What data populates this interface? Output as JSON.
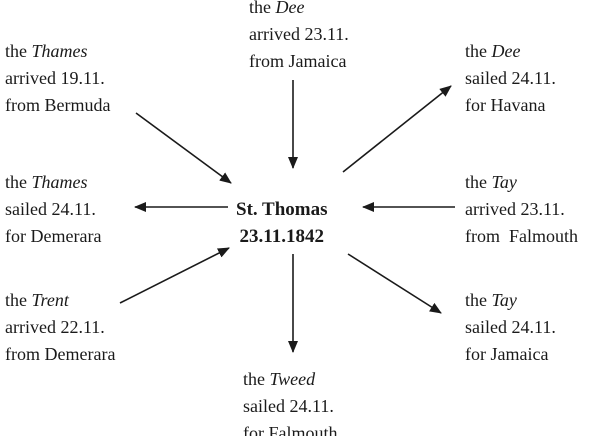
{
  "hub": {
    "place": "St. Thomas",
    "date": "23.11.1842"
  },
  "nodes": [
    {
      "id": "top",
      "article": "the",
      "ship": "Dee",
      "event": "arrived 23.11.",
      "route": "from Jamaica"
    },
    {
      "id": "top-left",
      "article": "the",
      "ship": "Thames",
      "event": "arrived 19.11.",
      "route": "from Bermuda"
    },
    {
      "id": "top-right",
      "article": "the",
      "ship": "Dee",
      "event": "sailed 24.11.",
      "route": "for Havana"
    },
    {
      "id": "left",
      "article": "the",
      "ship": "Thames",
      "event": "sailed 24.11.",
      "route": "for Demerara"
    },
    {
      "id": "right",
      "article": "the",
      "ship": "Tay",
      "event": "arrived 23.11.",
      "route": "from  Falmouth"
    },
    {
      "id": "bottom-left",
      "article": "the",
      "ship": "Trent",
      "event": "arrived 22.11.",
      "route": "from Demerara"
    },
    {
      "id": "bottom-right",
      "article": "the",
      "ship": "Tay",
      "event": "sailed 24.11.",
      "route": "for Jamaica"
    },
    {
      "id": "bottom",
      "article": "the",
      "ship": "Tweed",
      "event": "sailed 24.11.",
      "route": "for Falmouth"
    }
  ],
  "colors": {
    "ink": "#1a1a1a",
    "background": "#ffffff"
  }
}
